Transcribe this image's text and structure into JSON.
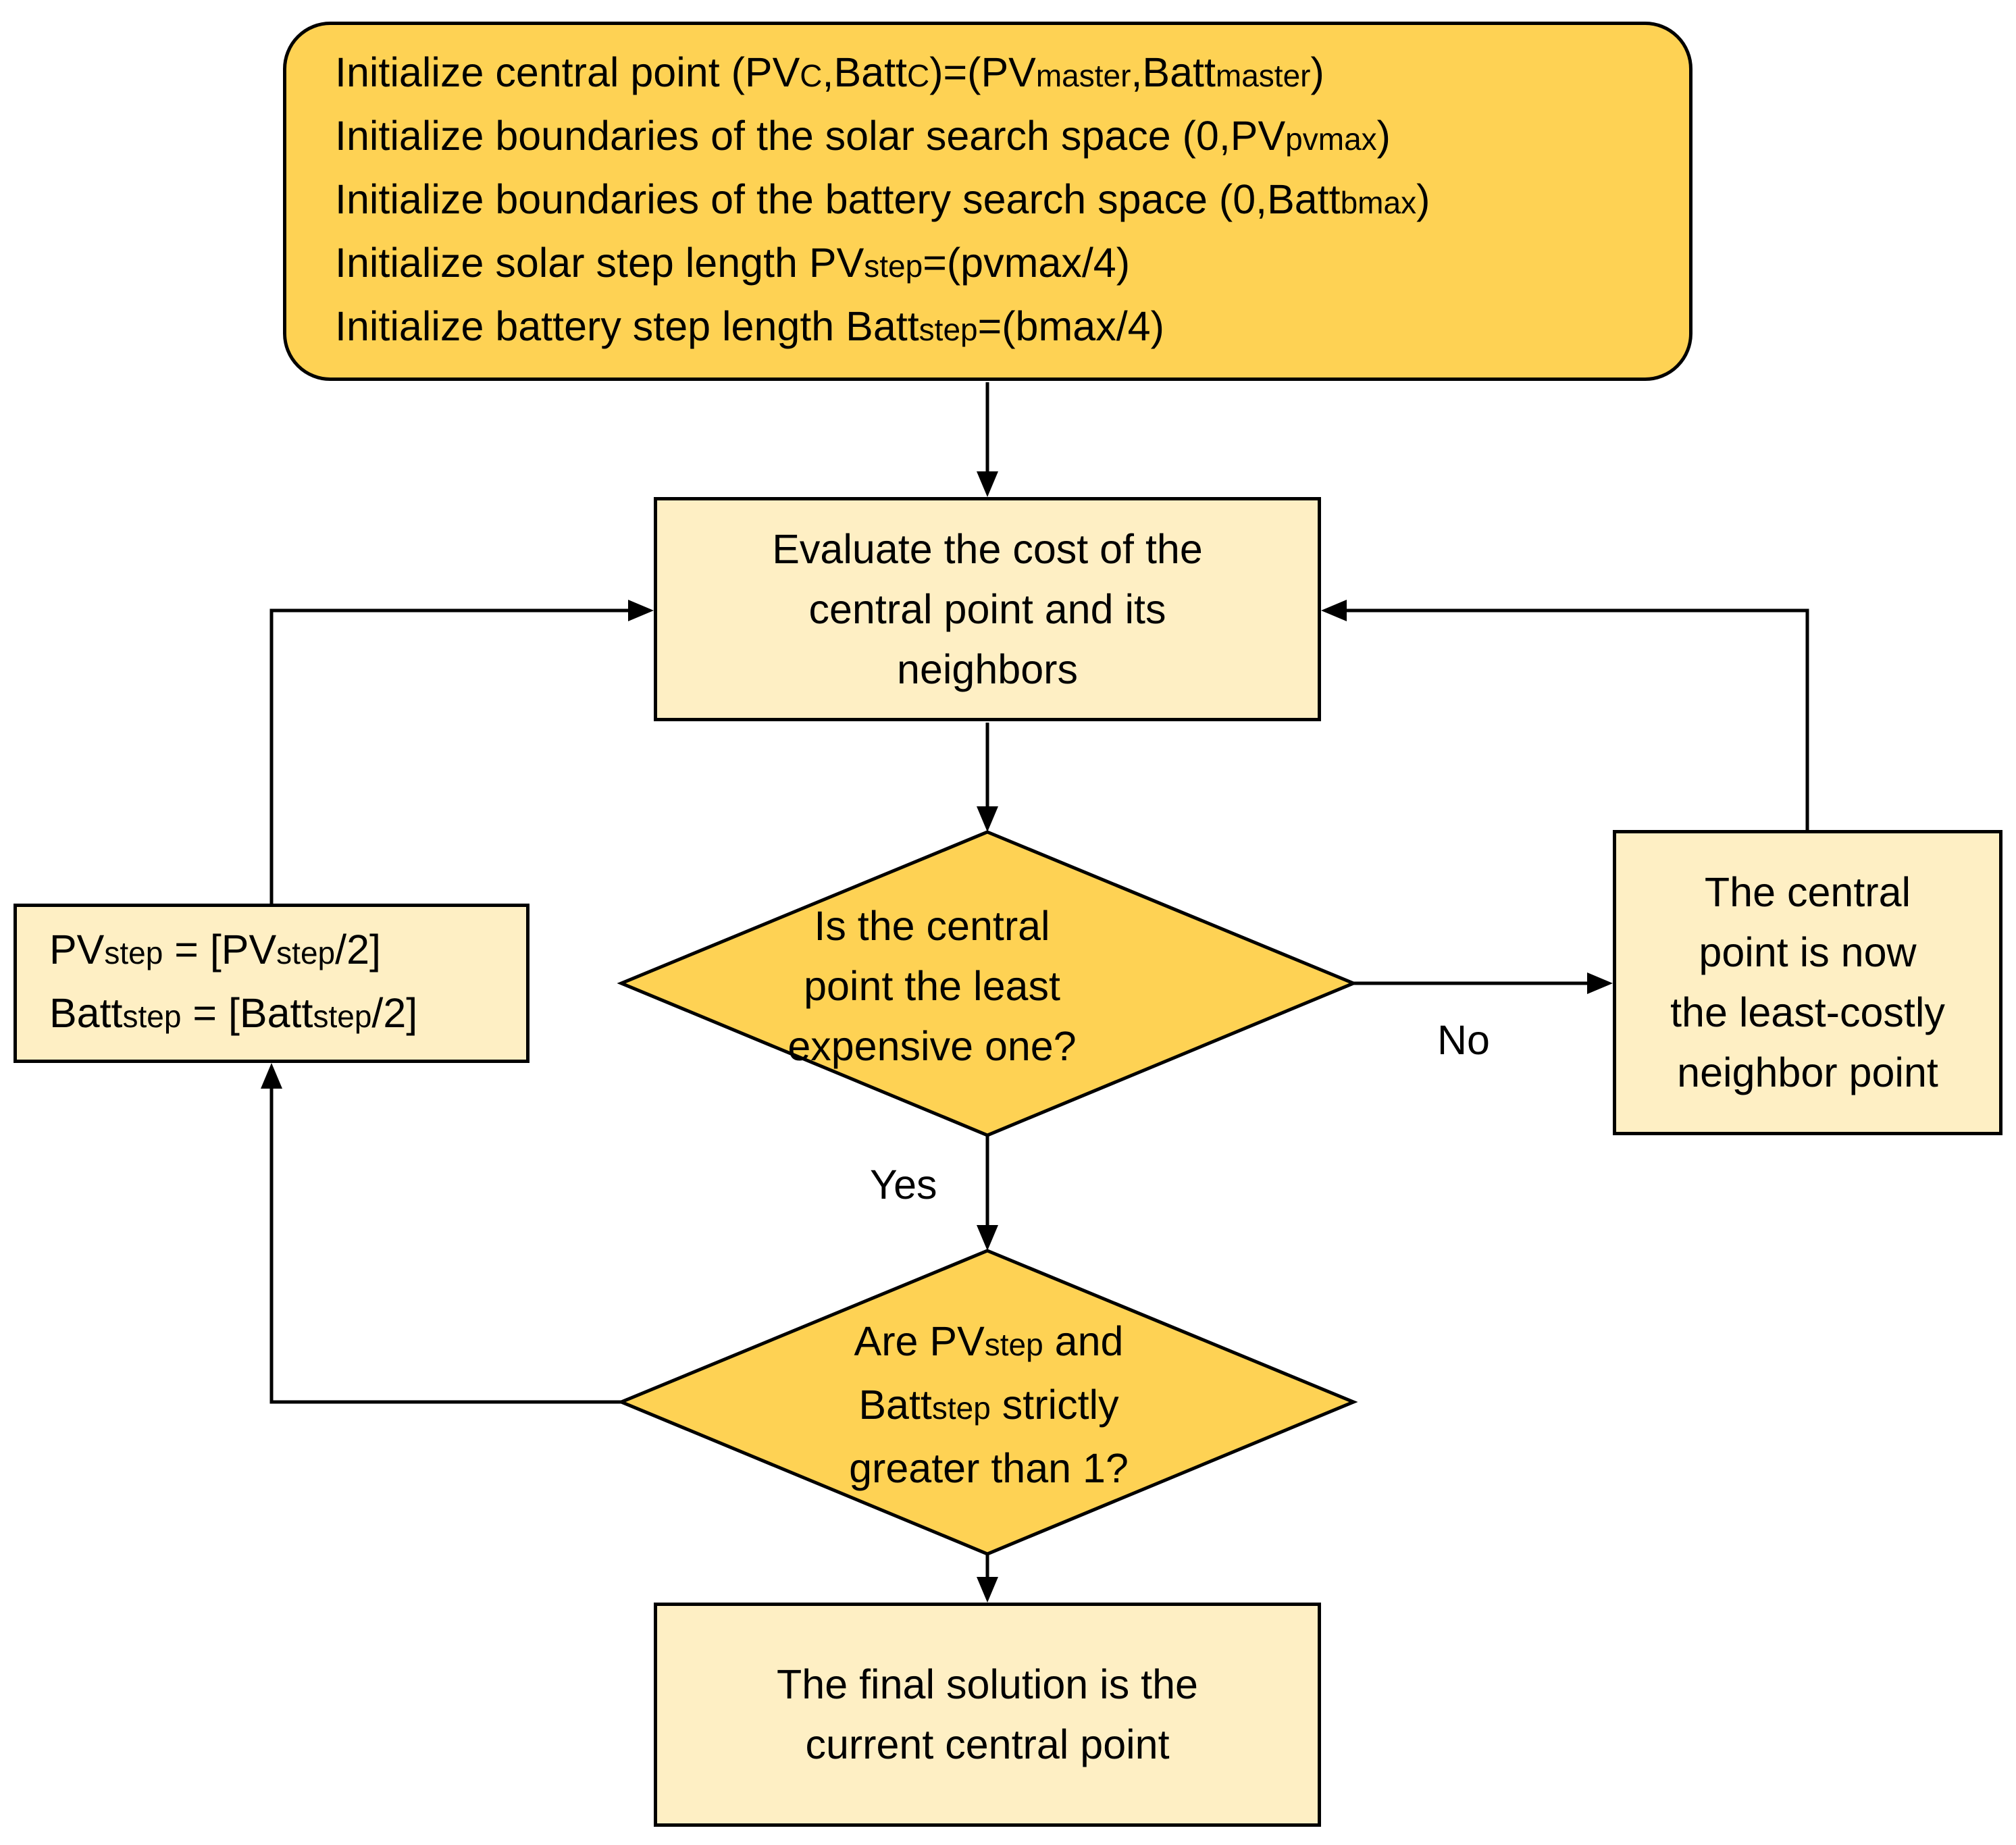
{
  "nodes": {
    "init": {
      "lines": [
        [
          {
            "t": "Initialize central point (PV"
          },
          {
            "t": "C",
            "sub": true
          },
          {
            "t": ",Batt"
          },
          {
            "t": "C",
            "sub": true
          },
          {
            "t": ")=(PV"
          },
          {
            "t": "master",
            "sub": true
          },
          {
            "t": ",Batt"
          },
          {
            "t": "master",
            "sub": true
          },
          {
            "t": ")"
          }
        ],
        [
          {
            "t": "Initialize boundaries of the solar search space (0,PV"
          },
          {
            "t": "pvmax",
            "sub": true
          },
          {
            "t": ")"
          }
        ],
        [
          {
            "t": "Initialize boundaries of the battery search space (0,Batt"
          },
          {
            "t": "bmax",
            "sub": true
          },
          {
            "t": ")"
          }
        ],
        [
          {
            "t": "Initialize solar step length PV"
          },
          {
            "t": "step",
            "sub": true
          },
          {
            "t": "=(pvmax/4)"
          }
        ],
        [
          {
            "t": "Initialize battery step length Batt"
          },
          {
            "t": "step",
            "sub": true
          },
          {
            "t": "=(bmax/4)"
          }
        ]
      ],
      "fill": "#FED254"
    },
    "evaluate": {
      "lines": [
        [
          {
            "t": "Evaluate the cost of the"
          }
        ],
        [
          {
            "t": "central point and its"
          }
        ],
        [
          {
            "t": "neighbors"
          }
        ]
      ],
      "fill": "#FEEFC4"
    },
    "decision_least": {
      "lines": [
        [
          {
            "t": "Is the central"
          }
        ],
        [
          {
            "t": "point the least"
          }
        ],
        [
          {
            "t": "expensive one?"
          }
        ]
      ],
      "fill": "#FED254"
    },
    "update_central": {
      "lines": [
        [
          {
            "t": "The central"
          }
        ],
        [
          {
            "t": "point is now"
          }
        ],
        [
          {
            "t": "the least-costly"
          }
        ],
        [
          {
            "t": "neighbor point"
          }
        ]
      ],
      "fill": "#FEEFC4"
    },
    "decision_step": {
      "lines": [
        [
          {
            "t": "Are PV"
          },
          {
            "t": "step",
            "sub": true
          },
          {
            "t": " and"
          }
        ],
        [
          {
            "t": "Batt"
          },
          {
            "t": "step",
            "sub": true
          },
          {
            "t": " strictly"
          }
        ],
        [
          {
            "t": "greater than 1?"
          }
        ]
      ],
      "fill": "#FED254"
    },
    "halve_steps": {
      "lines": [
        [
          {
            "t": "PV"
          },
          {
            "t": "step",
            "sub": true
          },
          {
            "t": " = [PV"
          },
          {
            "t": "step",
            "sub": true
          },
          {
            "t": "/2]"
          }
        ],
        [
          {
            "t": "Batt"
          },
          {
            "t": "step",
            "sub": true
          },
          {
            "t": " = [Batt"
          },
          {
            "t": "step",
            "sub": true
          },
          {
            "t": "/2]"
          }
        ]
      ],
      "fill": "#FEEFC4"
    },
    "final": {
      "lines": [
        [
          {
            "t": "The final solution is the"
          }
        ],
        [
          {
            "t": "current central point"
          }
        ]
      ],
      "fill": "#FEEFC4"
    }
  },
  "edge_labels": {
    "no": "No",
    "yes": "Yes"
  },
  "colors": {
    "gold": "#FED254",
    "light": "#FEEFC4",
    "stroke": "#000000"
  }
}
